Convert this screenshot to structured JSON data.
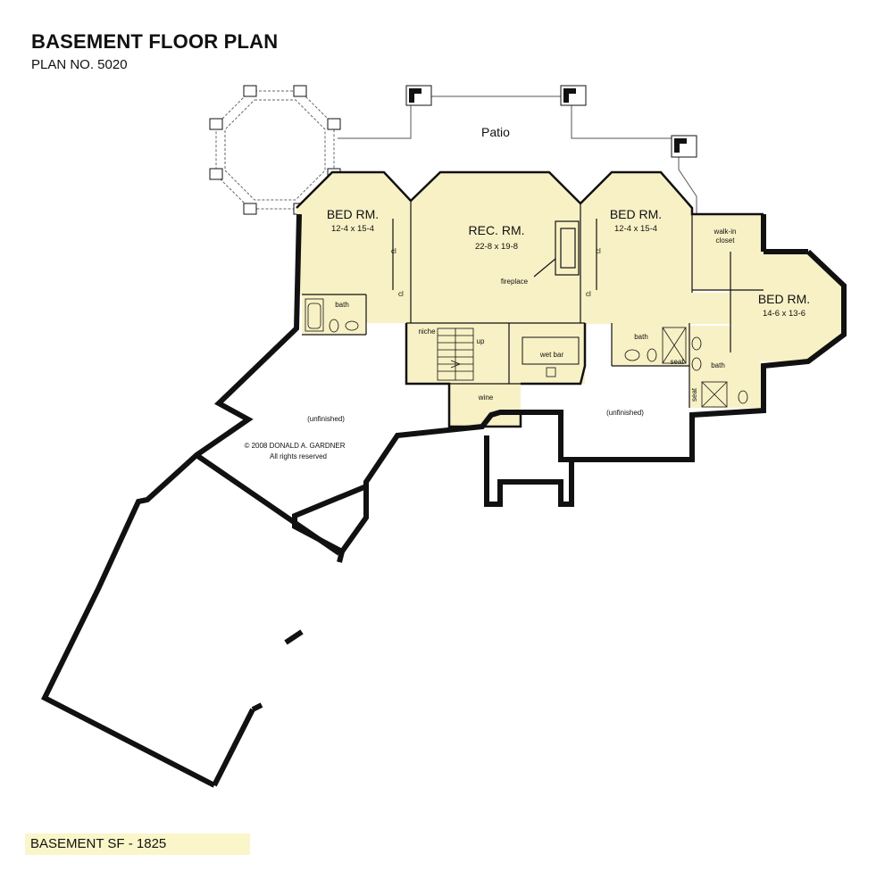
{
  "header": {
    "title": "BASEMENT FLOOR PLAN",
    "plan_no": "PLAN NO. 5020"
  },
  "rooms": {
    "patio": "Patio",
    "bed_left": {
      "name": "BED RM.",
      "dims": "12-4  x  15-4"
    },
    "rec": {
      "name": "REC. RM.",
      "dims": "22-8  x  19-8"
    },
    "bed_mid": {
      "name": "BED RM.",
      "dims": "12-4  x  15-4"
    },
    "bed_right": {
      "name": "BED RM.",
      "dims": "14-6  x  13-6"
    }
  },
  "labels": {
    "cl": "cl",
    "bath": "bath",
    "fireplace": "fireplace",
    "niche": "niche",
    "up": "up",
    "wet_bar": "wet bar",
    "wine": "wine",
    "walk_in": "walk-in",
    "closet": "closet",
    "seat": "seat",
    "unfinished": "(unfinished)",
    "copyright": "©  2008  DONALD  A.  GARDNER",
    "rights": "All  rights  reserved"
  },
  "footer": {
    "sf": "BASEMENT SF - 1825"
  },
  "colors": {
    "room_fill": "#f8f1c5",
    "wall": "#111111",
    "footer_bg": "#fbf6c9"
  }
}
